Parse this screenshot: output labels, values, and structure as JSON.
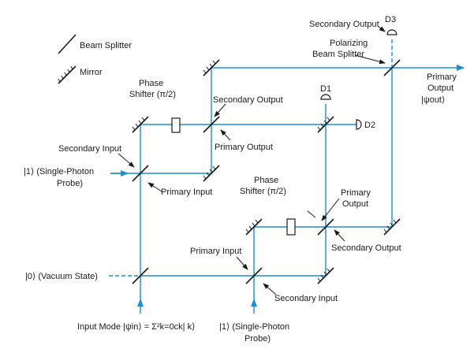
{
  "legend": {
    "beam_splitter": "Beam Splitter",
    "mirror": "Mirror"
  },
  "labels": {
    "secondary_output_d3": "Secondary Output",
    "d3": "D3",
    "polarizing_bs_line1": "Polarizing",
    "polarizing_bs_line2": "Beam Splitter",
    "primary_output_right_line1": "Primary",
    "primary_output_right_line2": "Output",
    "psi_out": "|ψout⟩",
    "phase1_line1": "Phase",
    "phase1_line2": "Shifter (π/2)",
    "secondary_output_top": "Secondary Output",
    "d1": "D1",
    "d2": "D2",
    "primary_output_top": "Primary Output",
    "secondary_input_top": "Secondary Input",
    "probe1_line1": "|1⟩ (Single-Photon",
    "probe1_line2": "Probe)",
    "primary_input_top": "Primary Input",
    "phase2_line1": "Phase",
    "phase2_line2": "Shifter (π/2)",
    "primary_output_mid_line1": "Primary",
    "primary_output_mid_line2": "Output",
    "primary_input_bottom": "Primary Input",
    "secondary_output_bottom": "Secondary Output",
    "vacuum_state": "|0⟩ (Vacuum State)",
    "secondary_input_bottom": "Secondary Input",
    "input_mode": "Input Mode |ψin⟩ = Σ²k=0ck| k⟩",
    "probe2_line1": "|1⟩ (Single-Photon",
    "probe2_line2": "Probe)"
  }
}
